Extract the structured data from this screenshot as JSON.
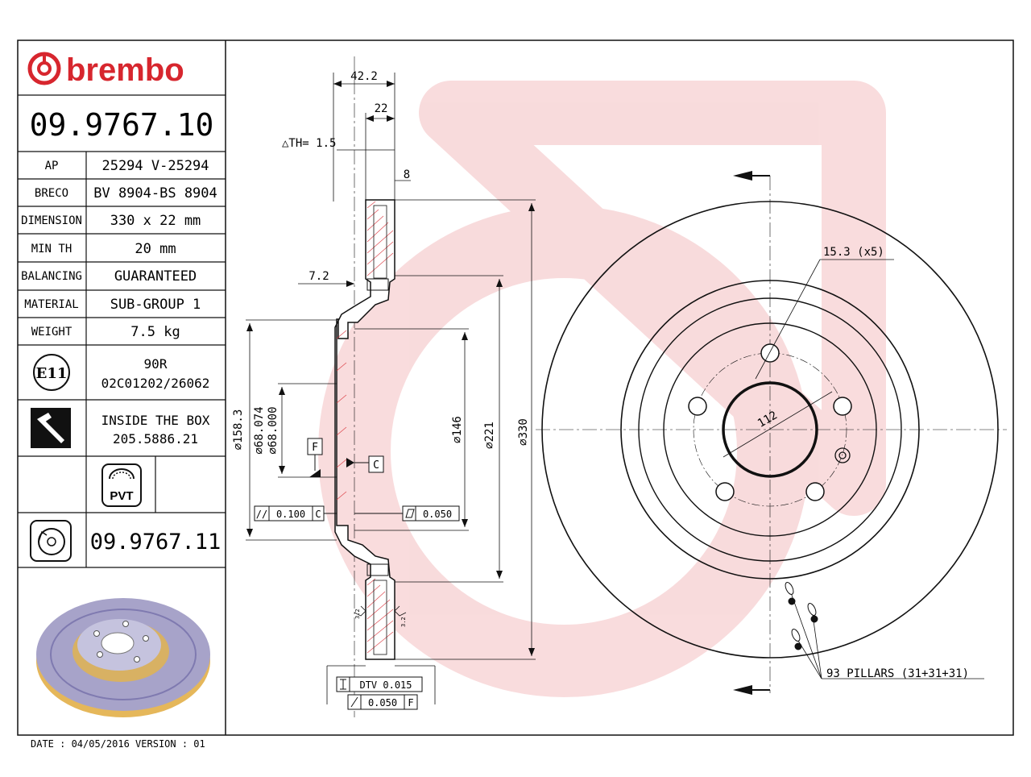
{
  "brand": {
    "name": "brembo",
    "color": "#d7262e"
  },
  "header": {
    "part_number": "09.9767.10"
  },
  "specs": [
    {
      "label": "AP",
      "value": "25294 V-25294"
    },
    {
      "label": "BRECO",
      "value": "BV 8904-BS 8904"
    },
    {
      "label": "DIMENSION",
      "value": "330 x 22 mm"
    },
    {
      "label": "MIN TH",
      "value": "20 mm"
    },
    {
      "label": "BALANCING",
      "value": "GUARANTEED"
    },
    {
      "label": "MATERIAL",
      "value": "SUB-GROUP 1"
    },
    {
      "label": "WEIGHT",
      "value": "7.5 kg"
    }
  ],
  "approval": {
    "mark": "E11",
    "line1": "90R",
    "line2": "02C01202/26062"
  },
  "box_contents": {
    "line1": "INSIDE THE BOX",
    "line2": "205.5886.21",
    "icon": "screw-icon"
  },
  "pvt": {
    "label": "PVT",
    "icon": "pvt-icon"
  },
  "alternate": {
    "part_number": "09.9767.11",
    "icon": "disc-with-sensor-icon"
  },
  "footer": {
    "date_version": "DATE : 04/05/2016 VERSION : 01"
  },
  "drawing": {
    "dims": {
      "overall_width": "42.2",
      "thickness": "22",
      "friction_ring": "8",
      "th_delta": "△TH= 1.5",
      "hat_offset": "7.2",
      "d_hat": "⌀158.3",
      "d_centering": "⌀68.074\n⌀68.000",
      "d_centering_max": "⌀68.074",
      "d_centering_min": "⌀68.000",
      "d_inner": "⌀146",
      "d_ring": "⌀221",
      "d_outer": "⌀330",
      "datum_f": "F",
      "datum_c": "C",
      "parallelism": "//",
      "parallelism_value": "0.100",
      "parallelism_ref": "C",
      "flatness_value": "0.050",
      "dtv": "DTV 0.015",
      "runout_value": "0.050",
      "runout_ref": "F",
      "roughness": "3.2"
    },
    "front_view": {
      "holes": "15.3 (x5)",
      "pcd": "112",
      "pillars": "93 PILLARS (31+31+31)"
    }
  }
}
